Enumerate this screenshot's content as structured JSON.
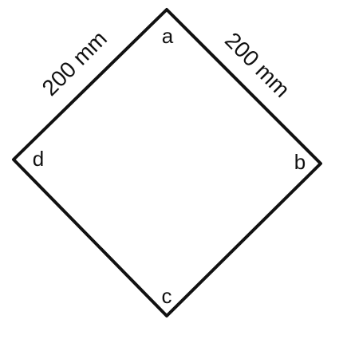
{
  "diagram": {
    "vertices": {
      "top": "a",
      "right": "b",
      "bottom": "c",
      "left": "d"
    },
    "edge_labels": {
      "left_upper": "200 mm",
      "right_upper": "200 mm"
    },
    "stroke_color": "#111111",
    "background": "#ffffff"
  }
}
